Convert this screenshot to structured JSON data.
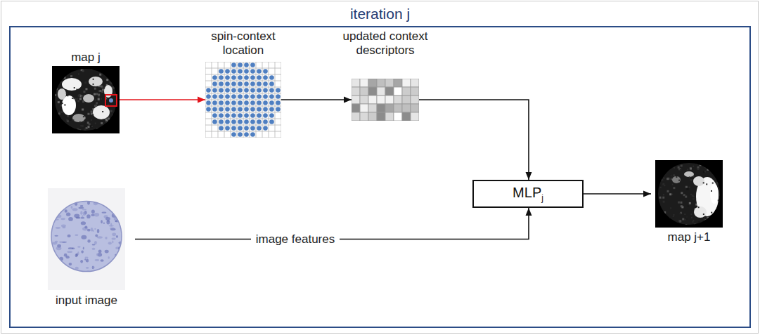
{
  "diagram": {
    "nodes": [
      {
        "text": [
          "iteration j"
        ]
      },
      {
        "text": [
          "map j"
        ],
        "in": 0
      },
      {
        "text": [
          "spin-context location"
        ],
        "in": 0
      },
      {
        "text": [
          "updated context descriptors"
        ],
        "in": 0
      },
      {
        "text": [
          "input image"
        ],
        "in": 0
      },
      {
        "text": [
          "MLP",
          "j"
        ],
        "in": 0
      },
      {
        "text": [
          "map j+1"
        ],
        "in": 0
      }
    ],
    "edges": [
      {
        "from": 1,
        "to": 2,
        "arrow": "to"
      },
      {
        "from": 2,
        "to": 3,
        "arrow": "to"
      },
      {
        "from": 3,
        "to": 5,
        "arrow": "to"
      },
      {
        "from": 4,
        "to": 5,
        "arrow": "to",
        "label": "image features"
      },
      {
        "from": 5,
        "to": 6,
        "arrow": "to"
      }
    ]
  }
}
